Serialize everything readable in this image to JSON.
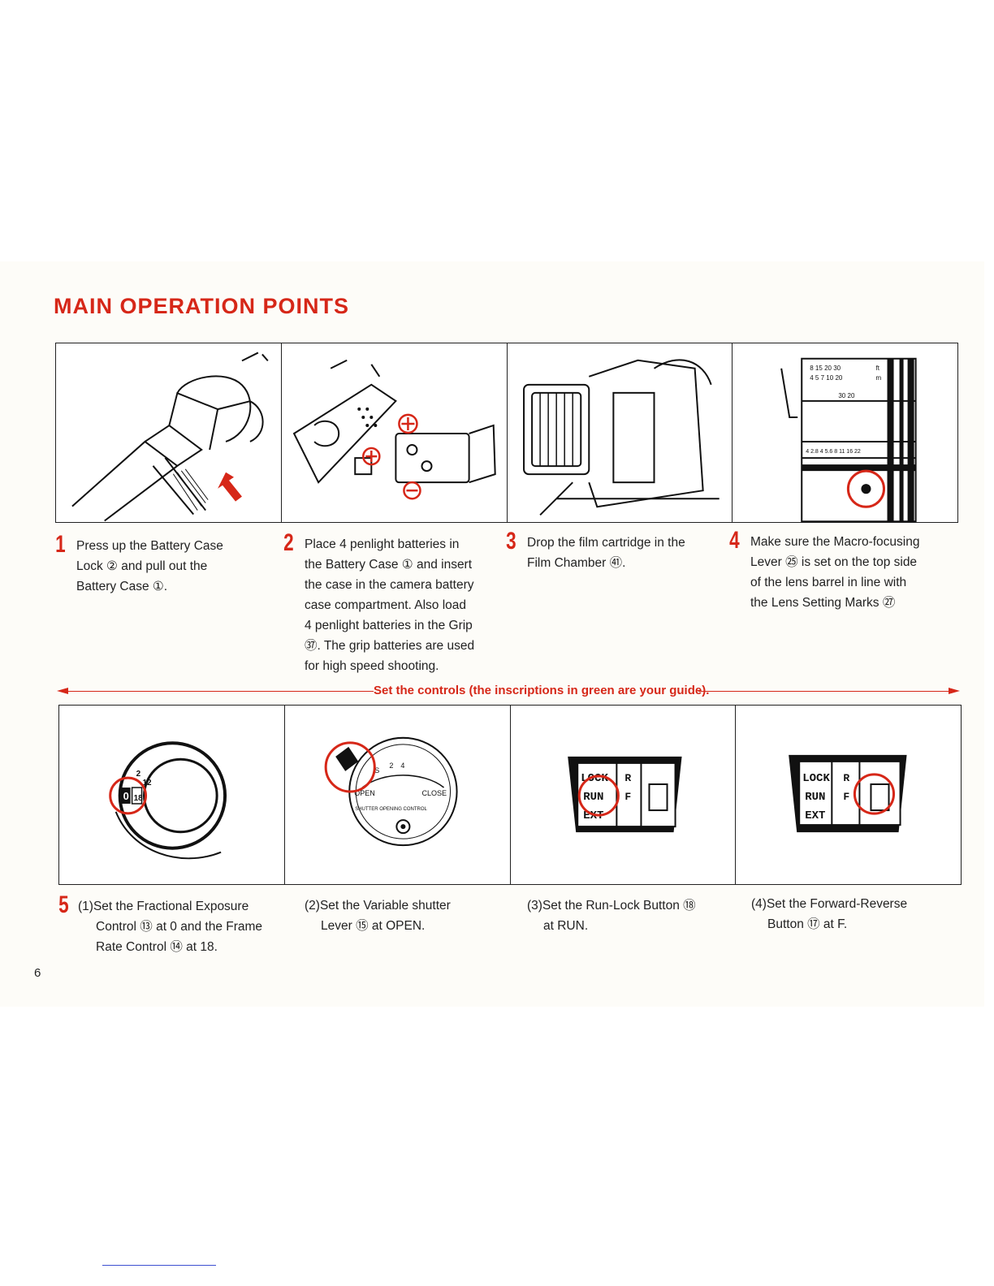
{
  "title": "MAIN OPERATION POINTS",
  "steps": [
    {
      "num": "1",
      "lines": [
        "Press up the Battery Case",
        "Lock ② and pull out the",
        "Battery Case ①."
      ]
    },
    {
      "num": "2",
      "lines": [
        "Place 4 penlight batteries in",
        "the Battery Case ① and insert",
        "the case in the camera battery",
        "case compartment. Also load",
        "4 penlight batteries in the Grip",
        "㊲. The grip batteries are used",
        "for high speed shooting."
      ]
    },
    {
      "num": "3",
      "lines": [
        "Drop the film cartridge in the",
        "Film Chamber ㊶."
      ]
    },
    {
      "num": "4",
      "lines": [
        "Make sure the Macro-focusing",
        "Lever ㉕ is set on the top side",
        "of the lens barrel in line with",
        "the Lens Setting Marks ㉗"
      ]
    }
  ],
  "guide_text": "Set the controls (the inscriptions in green are your guide).",
  "step5": {
    "num": "5",
    "parts": [
      {
        "lines": [
          "(1)Set the Fractional Exposure",
          "Control ⑬ at 0 and the Frame",
          "Rate Control ⑭ at 18."
        ]
      },
      {
        "lines": [
          "(2)Set the Variable shutter",
          "Lever ⑮ at OPEN."
        ]
      },
      {
        "lines": [
          "(3)Set the Run-Lock Button ⑱",
          "at RUN."
        ]
      },
      {
        "lines": [
          "(4)Set the Forward-Reverse",
          "Button ⑰ at F."
        ]
      }
    ]
  },
  "illustration_labels": {
    "dial_zero": "0",
    "dial_18": "18",
    "dial_2": "2",
    "dial_12": "12",
    "shutter_open": "OPEN",
    "shutter_close": "CLOSE",
    "shutter_scale_s": "S",
    "shutter_scale_2": "2",
    "shutter_scale_4": "4",
    "shutter_caption": "SHUTTER OPENING CONTROL",
    "switch_lock": "LOCK",
    "switch_run": "RUN",
    "switch_ext": "EXT",
    "switch_r": "R",
    "switch_f": "F",
    "lens_row1": "8 15 20 30",
    "lens_row2": "4 5 7 10 20",
    "lens_ft": "ft",
    "lens_m": "m",
    "lens_row3": "30 20",
    "lens_row4": "4 2.8 4 5.6 8 11 16 22"
  },
  "page_number": "6",
  "colors": {
    "accent_red": "#d62718"
  }
}
